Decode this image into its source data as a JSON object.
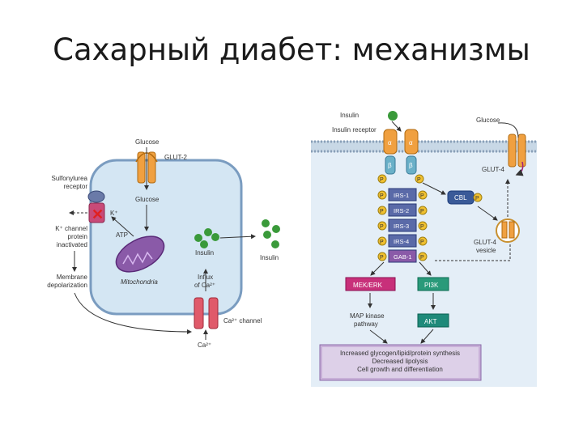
{
  "slide": {
    "title": "Сахарный диабет: механизмы"
  },
  "beta_cell": {
    "glucose_top": "Glucose",
    "glut2": "GLUT-2",
    "glucose_inside": "Glucose",
    "sulfonylurea": [
      "Sulfonylurea",
      "receptor"
    ],
    "k_plus": "K⁺",
    "k_channel": [
      "K⁺ channel",
      "protein",
      "inactivated"
    ],
    "atp": "ATP",
    "membrane": [
      "Membrane",
      "depolarization"
    ],
    "mitochondria": "Mitochondria",
    "insulin_inside": "Insulin",
    "insulin_outside": "Insulin",
    "influx": [
      "Influx",
      "of Ca²⁺"
    ],
    "ca_channel": "Ca²⁺ channel",
    "ca_ion": "Ca²⁺"
  },
  "signaling": {
    "insulin": "Insulin",
    "insulin_receptor": "Insulin receptor",
    "glucose": "Glucose",
    "glut4": "GLUT-4",
    "alpha": "α",
    "beta": "β",
    "p": "P",
    "irs": [
      "IRS-1",
      "IRS-2",
      "IRS-3",
      "IRS-4",
      "GAB-1"
    ],
    "cbl": "CBL",
    "glut4_vesicle": [
      "GLUT-4",
      "vesicle"
    ],
    "mek_erk": "MEK/ERK",
    "pi3k": "PI3K",
    "map_kinase": [
      "MAP kinase",
      "pathway"
    ],
    "akt": "AKT",
    "outcomes": [
      "Increased glycogen/lipid/protein synthesis",
      "Decreased lipolysis",
      "Cell growth and differentiation"
    ]
  },
  "colors": {
    "cell_fill": "#d4e6f3",
    "cell_stroke": "#7a9cc0",
    "transporter": "#f0a040",
    "mitochondria": "#8a5aa8",
    "insulin_granule": "#3a9a3a",
    "ca_channel": "#e05a6a",
    "irs_box": "#5a6aa8",
    "mek_box": "#c8307a",
    "akt_box": "#1f8a7a",
    "outcome_box": "#c8b0d8"
  }
}
